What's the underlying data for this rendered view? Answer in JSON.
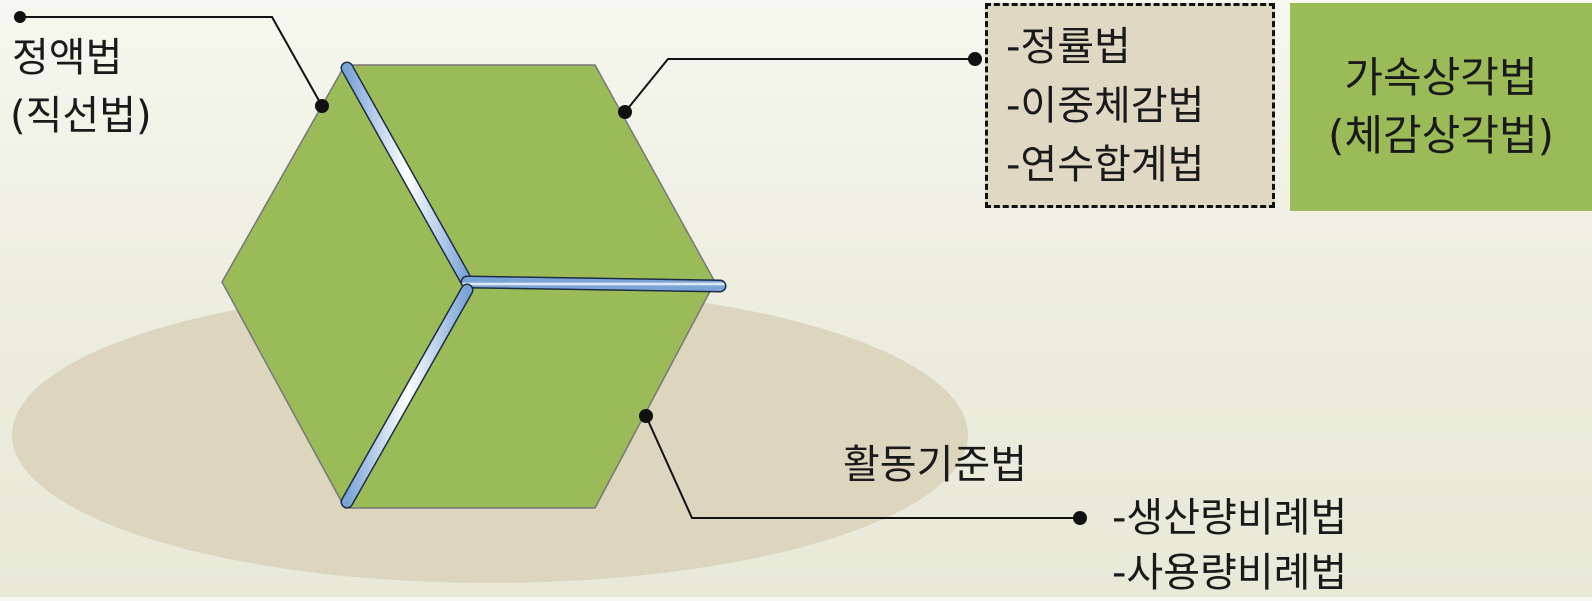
{
  "labels": {
    "straight_line_1": "정액법",
    "straight_line_2": "(직선법)",
    "activity": "활동기준법",
    "production": "-생산량비례법",
    "usage": "-사용량비례법"
  },
  "dashed_box": {
    "items": [
      "-정률법",
      "-이중체감법",
      "-연수합계법"
    ]
  },
  "green_box": {
    "line1": "가속상각법",
    "line2": "(체감상각법)"
  },
  "colors": {
    "hexagon": "#9bbb59",
    "ellipse": "#ddd6be",
    "dashed_box": "#dfd9c3",
    "green_box": "#9bbb59",
    "divider_blue": "#8fb4de"
  }
}
